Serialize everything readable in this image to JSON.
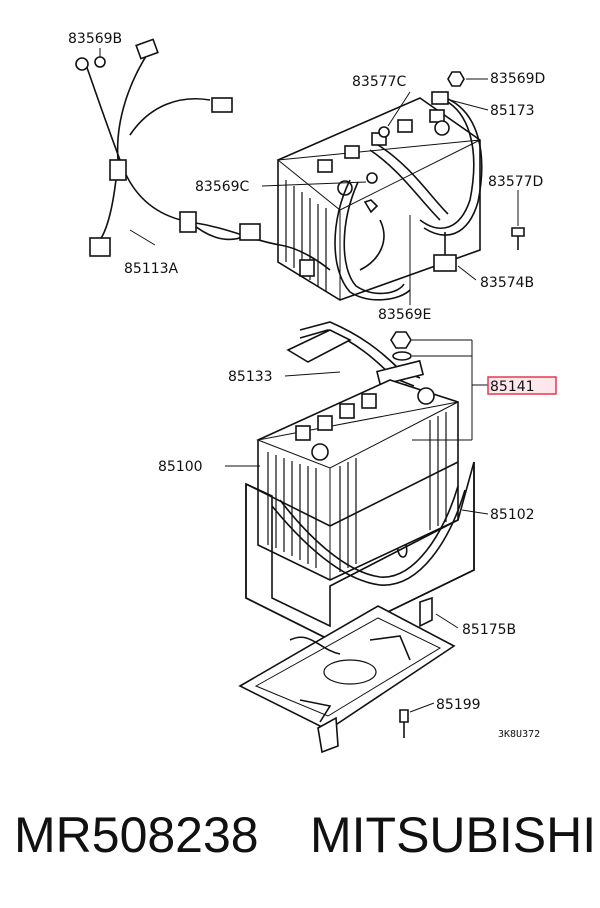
{
  "diagram": {
    "labels": {
      "l83569B": "83569B",
      "l85113A": "85113A",
      "l83577C": "83577C",
      "l83569D": "83569D",
      "l85173": "85173",
      "l83577D": "83577D",
      "l83569C": "83569C",
      "l83574B": "83574B",
      "l83569E": "83569E",
      "l85133": "85133",
      "l85141": "85141",
      "l85100": "85100",
      "l85102": "85102",
      "l85175B": "85175B",
      "l85199": "85199"
    },
    "drawing_code": "3K8U372",
    "highlight_color": "#e53950"
  },
  "caption": {
    "part_number": "MR508238",
    "brand": "MITSUBISHI"
  }
}
